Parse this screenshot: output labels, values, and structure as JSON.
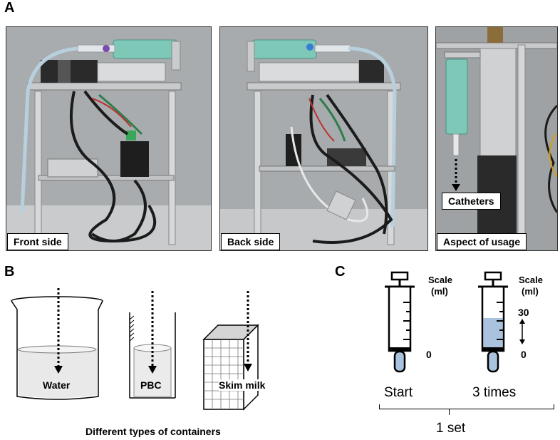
{
  "panels": {
    "a": "A",
    "b": "B",
    "c": "C"
  },
  "photos": {
    "front_label": "Front side",
    "back_label": "Back side",
    "usage_label": "Aspect of usage",
    "catheters_label": "Catheters"
  },
  "containers": {
    "water": "Water",
    "pbc": "PBC",
    "skim_milk": "Skim milk",
    "caption": "Different types of containers"
  },
  "syringes": {
    "scale_label": "Scale",
    "unit_label": "(ml)",
    "left_zero": "0",
    "right_top": "30",
    "right_zero": "0",
    "start_label": "Start",
    "times_label": "3 times",
    "set_label": "1 set"
  }
}
